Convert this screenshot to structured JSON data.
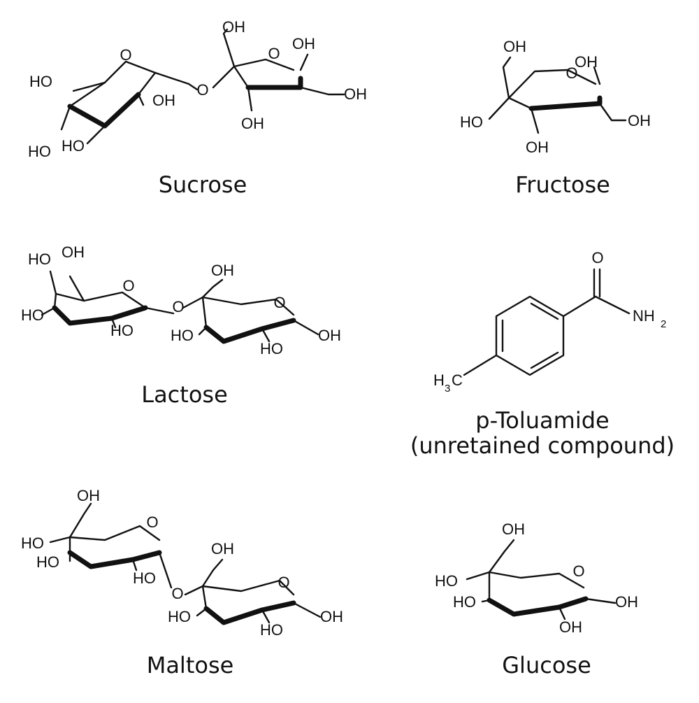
{
  "molecules": {
    "sucrose": {
      "name": "Sucrose"
    },
    "fructose": {
      "name": "Fructose"
    },
    "lactose": {
      "name": "Lactose"
    },
    "toluamide": {
      "name": "p-Toluamide",
      "note": "(unretained compound)"
    },
    "maltose": {
      "name": "Maltose"
    },
    "glucose": {
      "name": "Glucose"
    }
  },
  "atoms": {
    "oh": "OH",
    "ho": "HO",
    "o": "O",
    "nh": "NH",
    "h": "H",
    "c": "C",
    "sub2": "2",
    "sub3": "3"
  }
}
